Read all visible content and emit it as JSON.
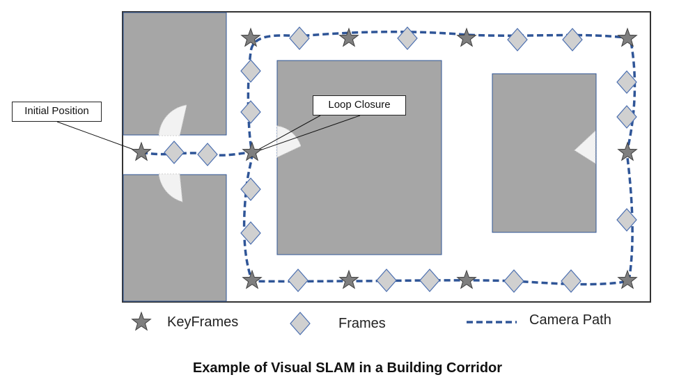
{
  "callouts": {
    "initial_position": "Initial Position",
    "loop_closure": "Loop Closure"
  },
  "legend": {
    "keyframes": "KeyFrames",
    "frames": "Frames",
    "camera_path": "Camera Path"
  },
  "caption": "Example of Visual SLAM in a Building Corridor",
  "colors": {
    "wall": "#a6a6a6",
    "path": "#2f5597",
    "marker_fill": "#d0d0d0",
    "marker_stroke": "#4a6eb0",
    "keyframe": "#7f7f7f"
  },
  "icons": [
    "keyframe-star-icon",
    "frame-diamond-icon",
    "camera-path-icon",
    "camera-fov-icon"
  ]
}
